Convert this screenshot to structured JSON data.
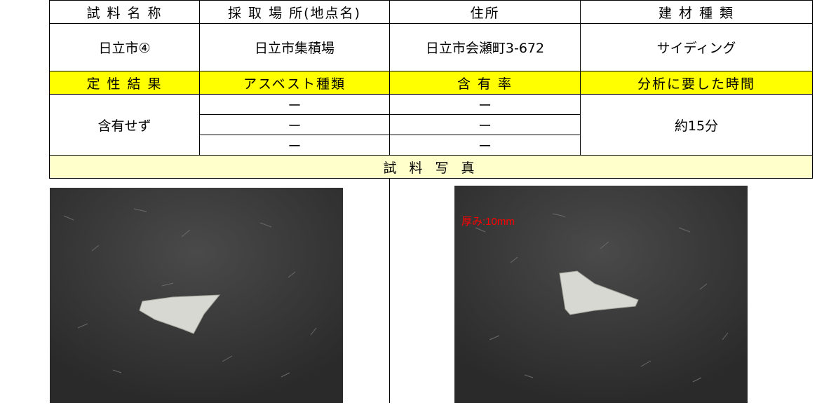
{
  "header1": [
    "試 料 名 称",
    "採 取 場 所(地点名)",
    "住所",
    "建 材 種 類"
  ],
  "row1": {
    "sample_name": "日立市④",
    "location": "日立市集積場",
    "address": "日立市会瀬町3-672",
    "material": "サイディング"
  },
  "header2": [
    "定 性 結 果",
    "アスベスト種類",
    "含 有 率",
    "分析に要した時間"
  ],
  "result": {
    "qualitative": "含有せず",
    "asbestos_types": [
      "ー",
      "ー",
      "ー"
    ],
    "content_rates": [
      "ー",
      "ー",
      "ー"
    ],
    "analysis_time": "約15分"
  },
  "photo_header": "試 料 写 真",
  "photos": {
    "right_annotation": "厚み:10mm"
  },
  "colors": {
    "header_yellow": "#ffff00",
    "photo_header": "#ffffcc",
    "annotation_red": "#ff0000"
  }
}
